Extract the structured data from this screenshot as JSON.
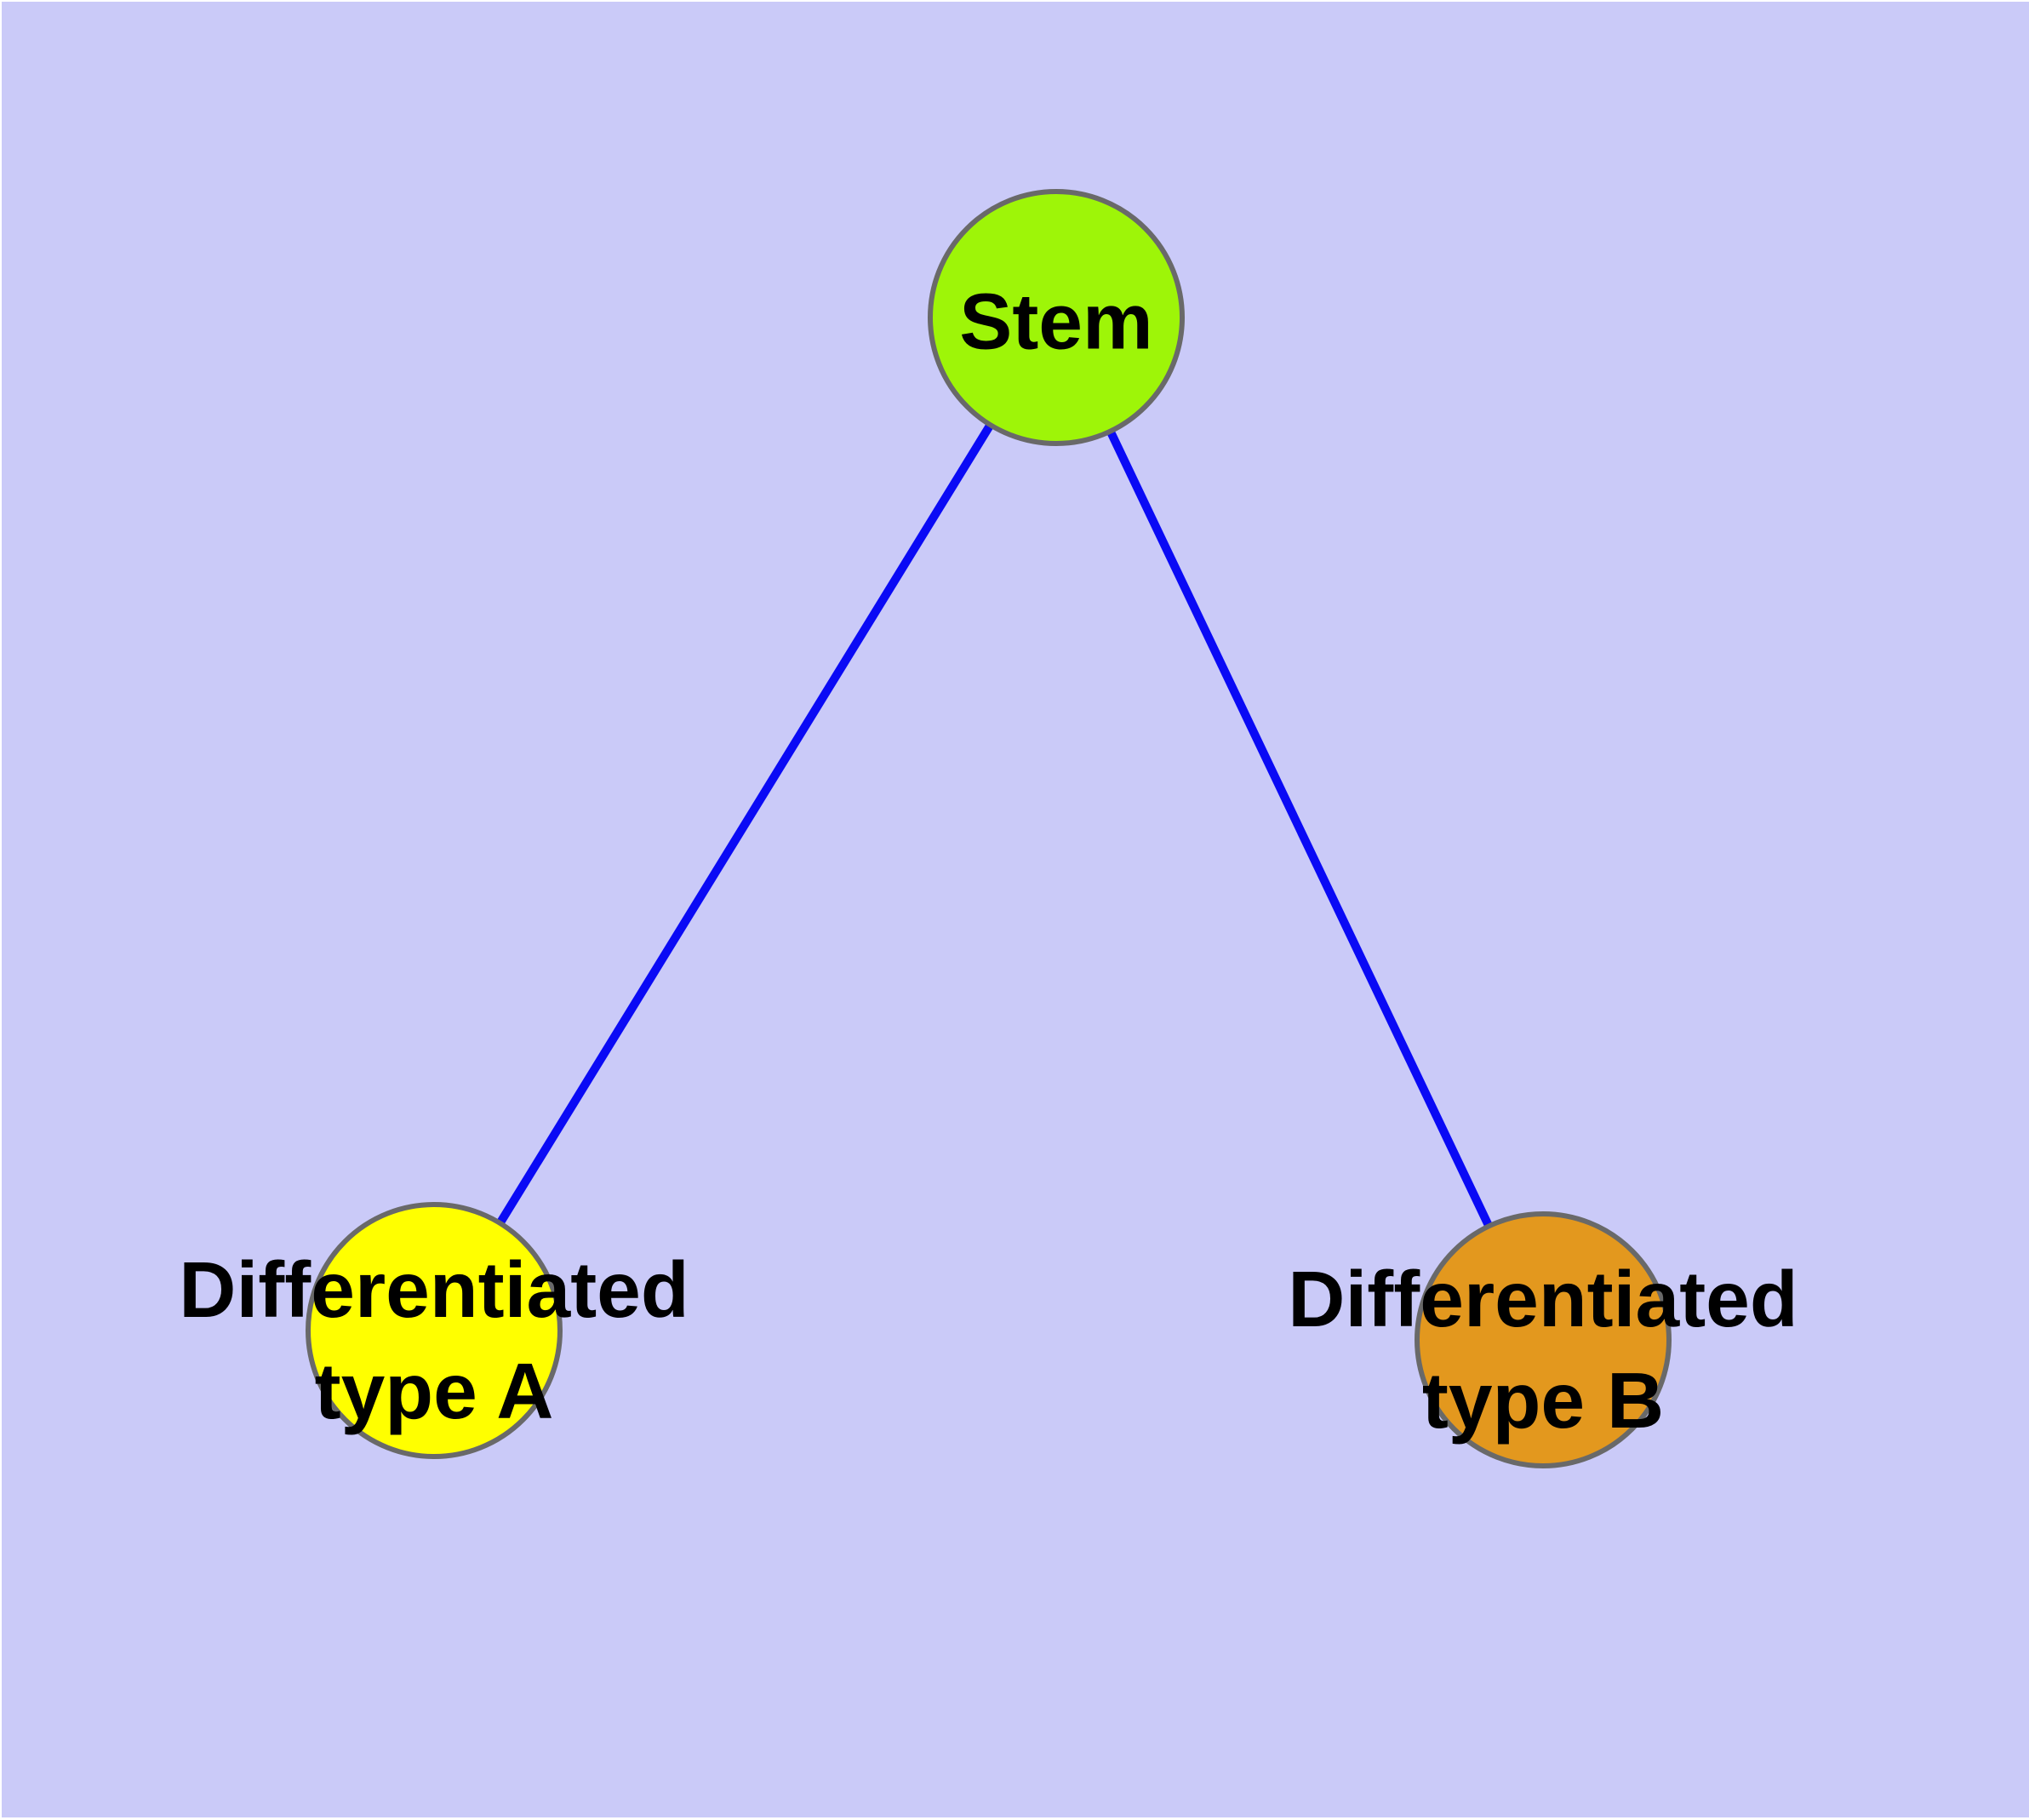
{
  "diagram": {
    "background_color": "#CACAF8",
    "frame_color": "#FFFFFF",
    "text_color": "#000000",
    "node_border_color": "#696969",
    "edge_color": "#0A0AF5",
    "nodes": {
      "stem": {
        "label": "Stem",
        "fill": "#9EF508"
      },
      "type_a": {
        "label": [
          "Differentiated",
          "type A"
        ],
        "fill": "#FFFF00"
      },
      "type_b": {
        "label": [
          "Differentiated",
          "type B"
        ],
        "fill": "#E3981E"
      }
    },
    "edges": [
      {
        "from": "stem",
        "to": "type_a"
      },
      {
        "from": "stem",
        "to": "type_b"
      }
    ]
  }
}
